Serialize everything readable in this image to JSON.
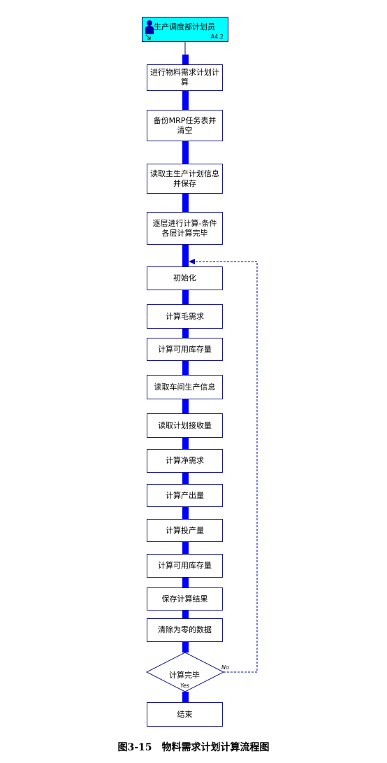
{
  "role": {
    "name": "生产调度部计划员",
    "code": "A4.2",
    "icon": "person-icon"
  },
  "steps": [
    "进行物料需求计划计算",
    "备份MRP任务表并清空",
    "读取主生产计划信息并保存",
    "逐层进行计算-条件各层计算完毕",
    "初始化",
    "计算毛需求",
    "计算可用库存量",
    "读取车间生产信息",
    "读取计划接收量",
    "计算净需求",
    "计算产出量",
    "计算投产量",
    "计算可用库存量",
    "保存计算结果",
    "清除为零的数据"
  ],
  "decision": {
    "text": "计算完毕",
    "yes_label": "Yes",
    "no_label": "No"
  },
  "end_step": "结束",
  "caption": "图3-15　物料需求计划计算流程图",
  "colors": {
    "header_fill": "#00ffff",
    "connector": "#0000ff",
    "border": "#1a1a8c",
    "loop_line": "#0000aa"
  }
}
